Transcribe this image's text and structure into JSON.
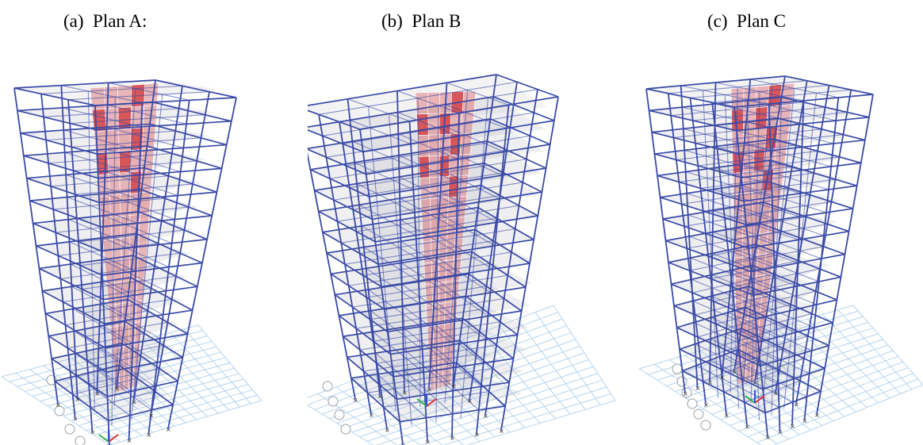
{
  "captions": [
    "(a)  Plan A:",
    "(b)  Plan B",
    "(c)  Plan C"
  ],
  "colors": {
    "frame": "#3a4aa6",
    "slab_fill": "#9a9ca6",
    "grid": "#b7d4ee",
    "shear_wall": "#d23b3f",
    "axis_x": "#e0302a",
    "axis_y": "#2bb34a",
    "axis_z": "#2c52d8"
  },
  "icons": [
    "coordinate-axes-icon",
    "grid-bubble-icon",
    "support-node-icon"
  ]
}
